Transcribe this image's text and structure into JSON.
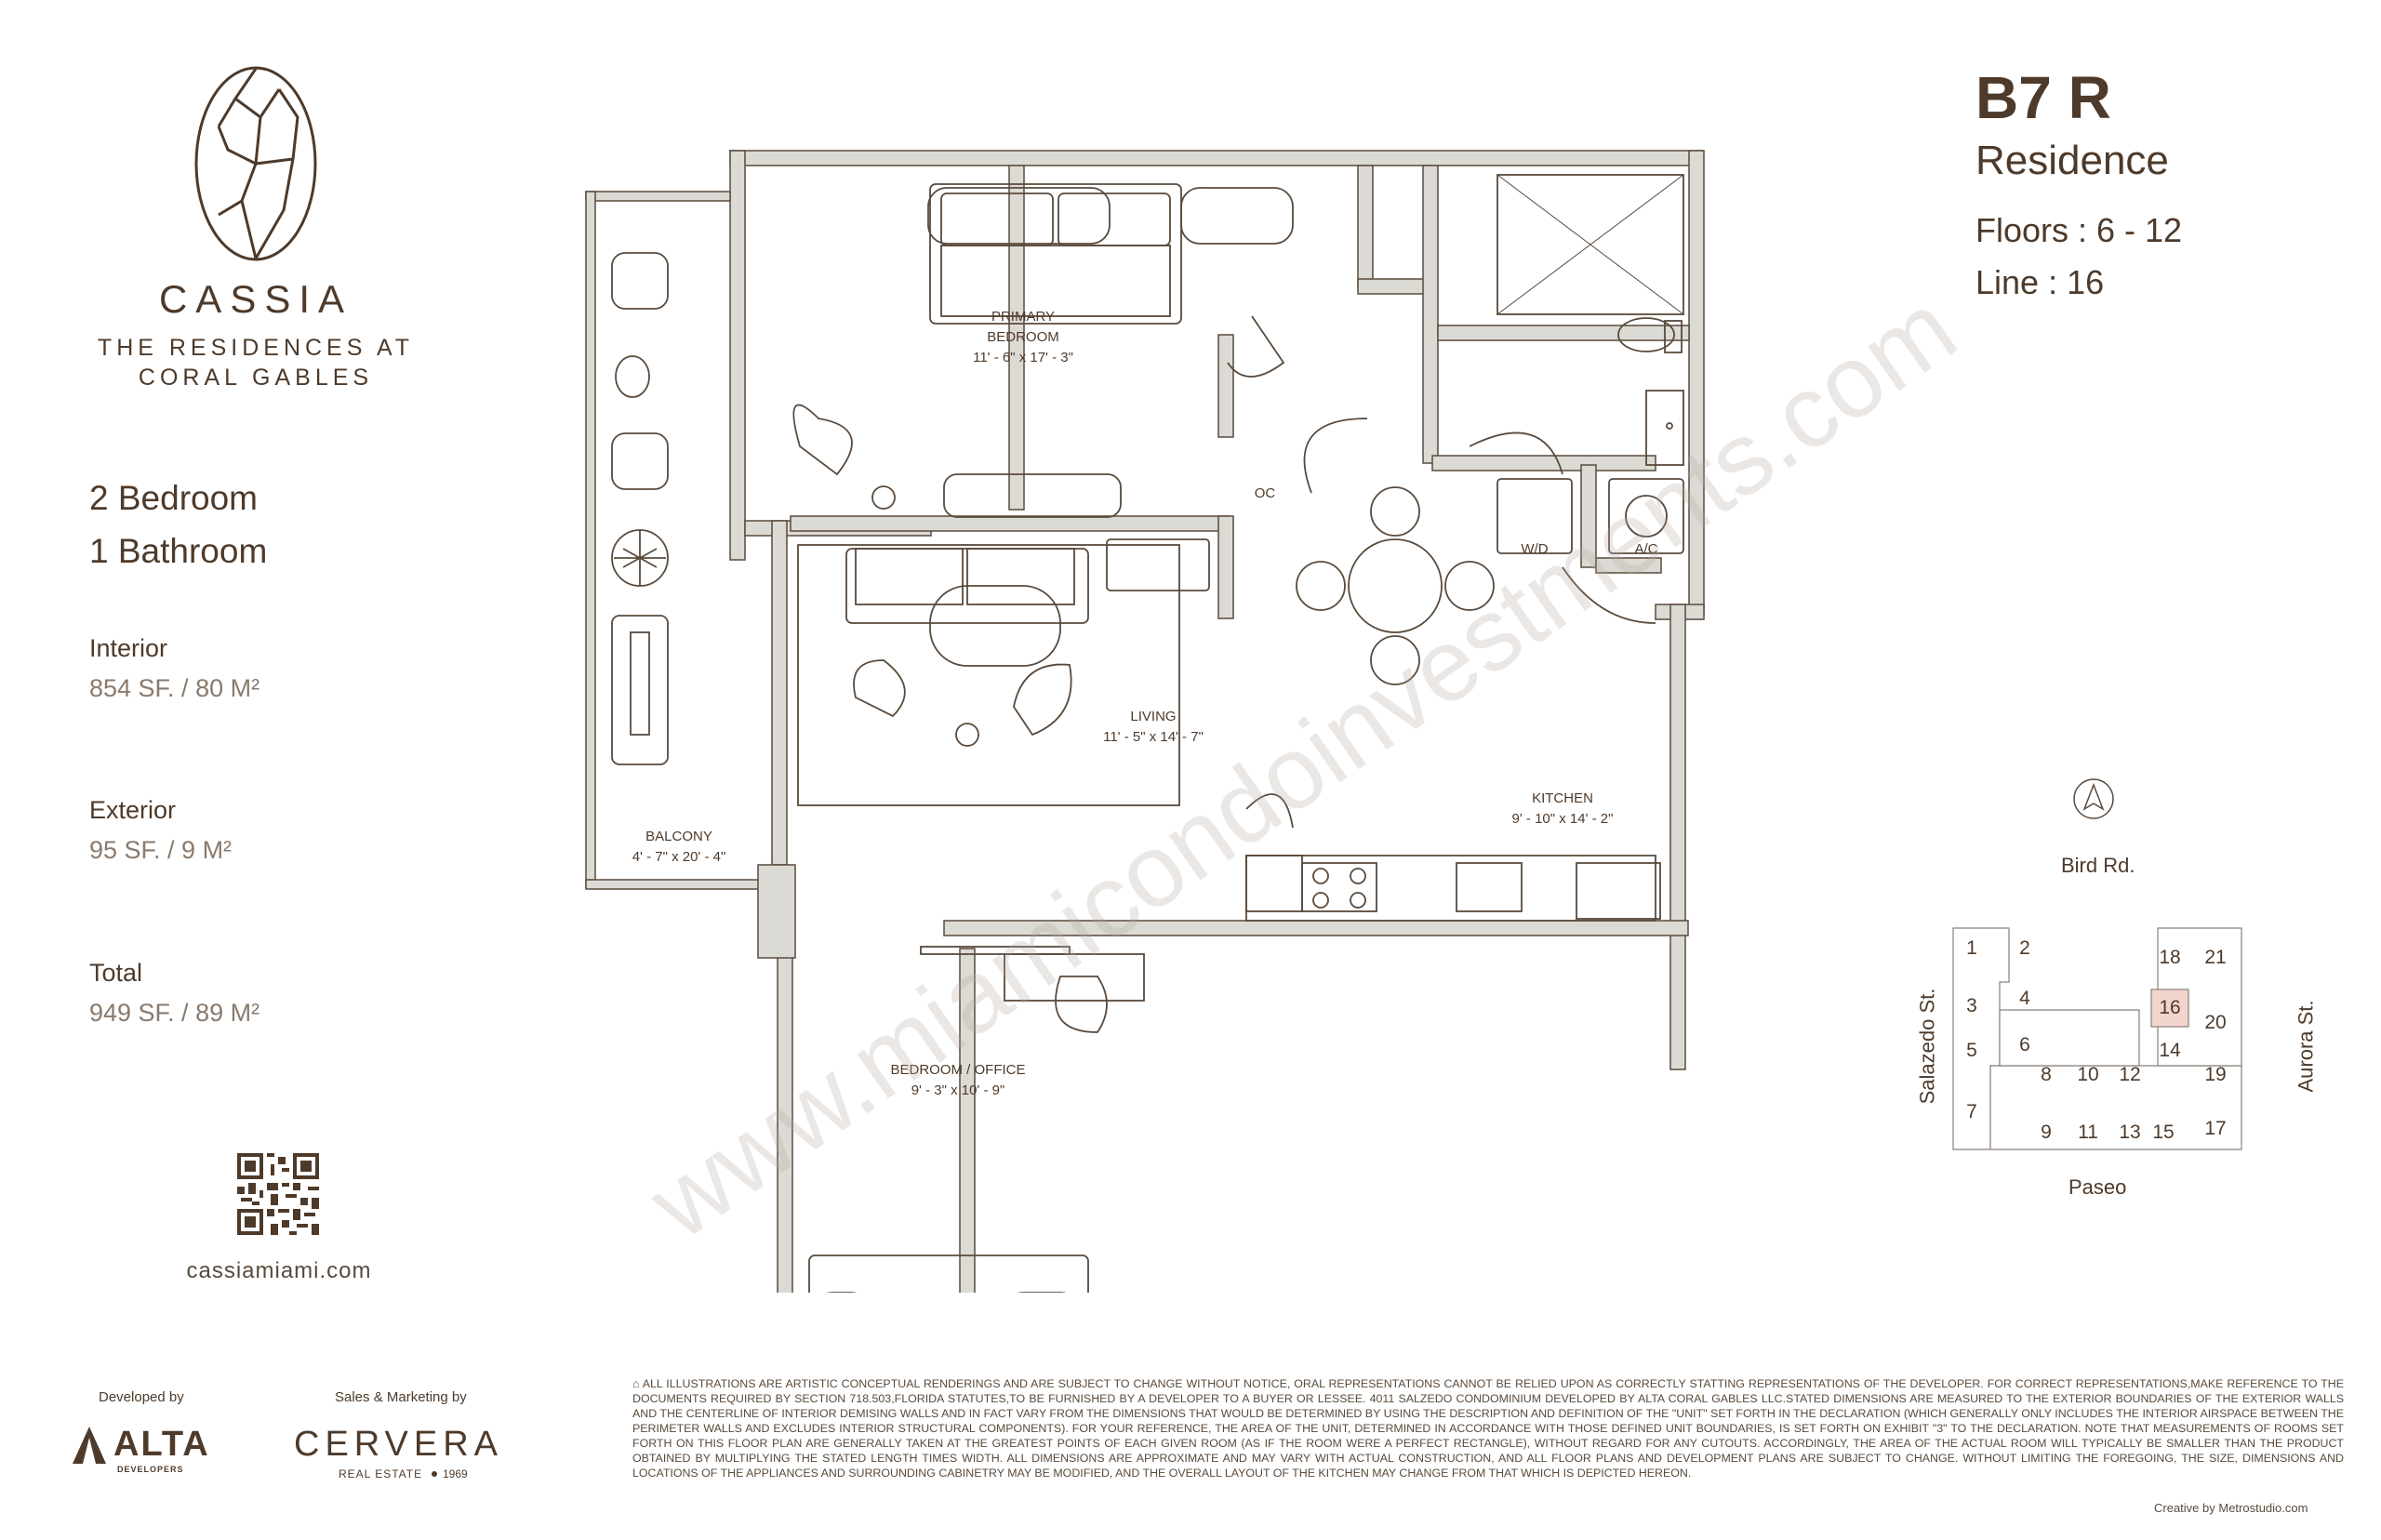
{
  "brand": {
    "name": "CASSIA",
    "tagline_line1": "THE RESIDENCES AT",
    "tagline_line2": "CORAL GABLES"
  },
  "specs": {
    "bedrooms": "2 Bedroom",
    "bathrooms": "1 Bathroom",
    "interior_label": "Interior",
    "interior_value": "854 SF. / 80 M²",
    "exterior_label": "Exterior",
    "exterior_value": "95 SF. / 9 M²",
    "total_label": "Total",
    "total_value": "949 SF. / 89 M²"
  },
  "website": "cassiamiami.com",
  "developer": {
    "developed_by": "Developed by",
    "alta_name": "ALTA",
    "alta_sub": "DEVELOPERS",
    "sales_by": "Sales & Marketing by",
    "cervera_name": "CERVERA",
    "cervera_sub": "REAL ESTATE",
    "cervera_year": "1969"
  },
  "unit": {
    "code": "B7 R",
    "type": "Residence",
    "floors": "Floors : 6 - 12",
    "line": "Line : 16"
  },
  "rooms": {
    "primary_bedroom_l1": "PRIMARY",
    "primary_bedroom_l2": "BEDROOM",
    "primary_bedroom_dim": "11' - 6\" x 17' - 3\"",
    "oc": "OC",
    "wd": "W/D",
    "ac": "A/C",
    "living": "LIVING",
    "living_dim": "11' - 5\" x 14' - 7\"",
    "kitchen": "KITCHEN",
    "kitchen_dim": "9' - 10\" x 14' - 2\"",
    "balcony": "BALCONY",
    "balcony_dim": "4' - 7\" x 20' - 4\"",
    "office": "BEDROOM / OFFICE",
    "office_dim": "9' - 3\" x 10' - 9\""
  },
  "keyplan": {
    "north_road": "Bird Rd.",
    "south_road": "Paseo",
    "west_road": "Salazedo St.",
    "east_road": "Aurora St.",
    "units": [
      "1",
      "2",
      "3",
      "4",
      "5",
      "6",
      "7",
      "8",
      "9",
      "10",
      "11",
      "12",
      "13",
      "14",
      "15",
      "16",
      "17",
      "18",
      "19",
      "20",
      "21"
    ],
    "highlight_unit": "16",
    "highlight_color": "#f2d5cc"
  },
  "watermark": "www.miamicondoinvestments.com",
  "disclaimer": "ALL ILLUSTRATIONS ARE ARTISTIC CONCEPTUAL RENDERINGS AND ARE SUBJECT TO CHANGE WITHOUT NOTICE, ORAL REPRESENTATIONS CANNOT BE RELIED UPON AS CORRECTLY STATTING REPRESENTATIONS OF THE DEVELOPER. FOR CORRECT REPRESENTATIONS,MAKE REFERENCE TO THE DOCUMENTS REQUIRED BY SECTION 718.503,FLORIDA STATUTES,TO BE FURNISHED BY A DEVELOPER TO A BUYER OR LESSEE. 4011 SALZEDO CONDOMINIUM DEVELOPED BY ALTA CORAL GABLES LLC.STATED DIMENSIONS ARE MEASURED TO THE EXTERIOR BOUNDARIES OF THE EXTERIOR WALLS AND THE CENTERLINE OF INTERIOR DEMISING WALLS AND IN FACT VARY FROM THE DIMENSIONS THAT WOULD BE DETERMINED BY USING THE DESCRIPTION AND DEFINITION OF THE \"UNIT\" SET FORTH IN THE DECLARATION (WHICH GENERALLY ONLY INCLUDES THE INTERIOR AIRSPACE BETWEEN THE PERIMETER WALLS AND EXCLUDES INTERIOR STRUCTURAL COMPONENTS). FOR YOUR REFERENCE, THE AREA OF THE UNIT, DETERMINED IN ACCORDANCE WITH THOSE DEFINED UNIT BOUNDARIES, IS SET FORTH ON EXHIBIT \"3\" TO THE DECLARATION. NOTE THAT MEASUREMENTS OF ROOMS SET FORTH ON THIS FLOOR PLAN ARE GENERALLY TAKEN AT THE GREATEST POINTS OF EACH GIVEN ROOM (AS IF THE ROOM WERE A PERFECT RECTANGLE), WITHOUT REGARD FOR ANY CUTOUTS. ACCORDINGLY, THE AREA OF THE ACTUAL ROOM WILL TYPICALLY BE SMALLER THAN THE PRODUCT OBTAINED BY MULTIPLYING THE STATED LENGTH TIMES WIDTH. ALL DIMENSIONS ARE APPROXIMATE AND MAY VARY WITH ACTUAL CONSTRUCTION, AND ALL FLOOR PLANS AND DEVELOPMENT PLANS ARE SUBJECT TO CHANGE. WITHOUT LIMITING THE FOREGOING, THE SIZE, DIMENSIONS AND LOCATIONS OF THE APPLIANCES AND SURROUNDING CABINETRY MAY BE MODIFIED, AND THE OVERALL LAYOUT OF THE KITCHEN MAY CHANGE FROM THAT WHICH IS DEPICTED HEREON.",
  "credit": "Creative by Metrostudio.com"
}
